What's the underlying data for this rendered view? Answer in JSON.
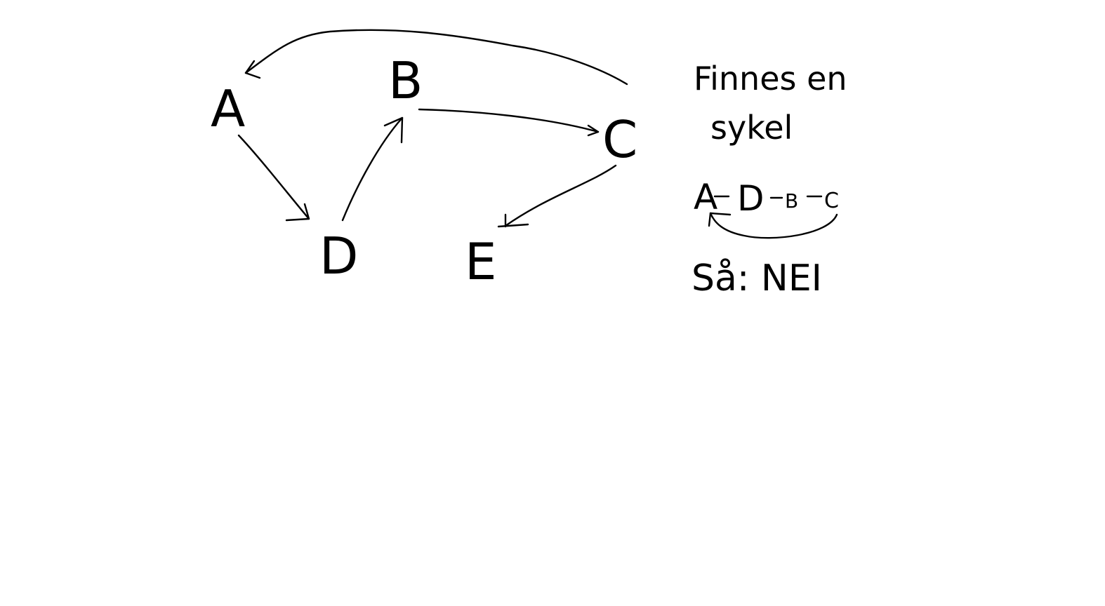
{
  "colors": {
    "background": "#ffffff",
    "ink": "#000000"
  },
  "nodes": [
    {
      "id": "A",
      "label": "A"
    },
    {
      "id": "B",
      "label": "B"
    },
    {
      "id": "C",
      "label": "C"
    },
    {
      "id": "D",
      "label": "D"
    },
    {
      "id": "E",
      "label": "E"
    }
  ],
  "edges": [
    {
      "from": "A",
      "to": "D"
    },
    {
      "from": "D",
      "to": "B"
    },
    {
      "from": "B",
      "to": "C"
    },
    {
      "from": "C",
      "to": "A"
    },
    {
      "from": "C",
      "to": "E"
    }
  ],
  "notes": {
    "line1": "Finnes en",
    "line2": "sykel",
    "cycle_sequence": [
      "A",
      "D",
      "B",
      "C"
    ],
    "cycle_returns_to": "A",
    "answer": "Så: NEI"
  }
}
